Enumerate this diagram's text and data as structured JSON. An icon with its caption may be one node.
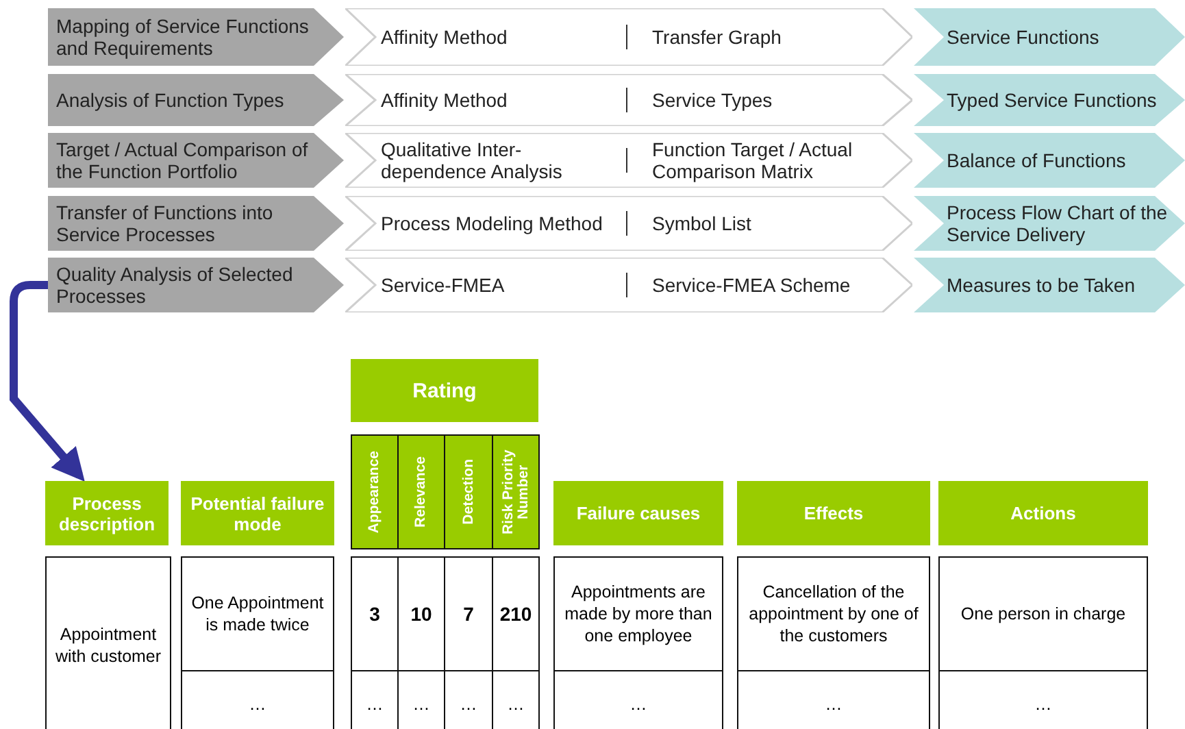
{
  "diagram": {
    "nodes": [
      {
        "text": [
          "Mapping of Service Functions and Requirements"
        ]
      },
      {
        "text": [
          "Affinity Method",
          "Transfer Graph"
        ]
      },
      {
        "text": [
          "Service Functions"
        ]
      },
      {
        "text": [
          "Analysis of Function Types"
        ]
      },
      {
        "text": [
          "Affinity Method",
          "Service Types"
        ]
      },
      {
        "text": [
          "Typed Service Functions"
        ]
      },
      {
        "text": [
          "Target / Actual Comparison of the Function Portfolio"
        ]
      },
      {
        "text": [
          "Qualitative Inter-dependence Analysis",
          "Function Target / Actual Comparison Matrix"
        ]
      },
      {
        "text": [
          "Balance of Functions"
        ]
      },
      {
        "text": [
          "Transfer of Functions into Service Processes"
        ]
      },
      {
        "text": [
          "Process Modeling Method",
          "Symbol List"
        ]
      },
      {
        "text": [
          "Process Flow Chart of the Service Delivery"
        ]
      },
      {
        "text": [
          "Quality Analysis of Selected Processes"
        ]
      },
      {
        "text": [
          "Service-FMEA",
          "Service-FMEA Scheme"
        ]
      },
      {
        "text": [
          "Measures to be Taken"
        ]
      },
      {
        "text": [
          "Rating"
        ]
      },
      {
        "text": [
          "Process description"
        ]
      },
      {
        "text": [
          "Potential failure mode"
        ]
      },
      {
        "text": [
          "Appearance"
        ]
      },
      {
        "text": [
          "Relevance"
        ]
      },
      {
        "text": [
          "Detection"
        ]
      },
      {
        "text": [
          "Risk Priority Number"
        ]
      },
      {
        "text": [
          "Failure causes"
        ]
      },
      {
        "text": [
          "Effects"
        ]
      },
      {
        "text": [
          "Actions"
        ]
      },
      {
        "text": [
          "Appointment with customer"
        ]
      },
      {
        "text": [
          "One Appointment is made twice"
        ]
      },
      {
        "text": [
          "3"
        ]
      },
      {
        "text": [
          "10"
        ]
      },
      {
        "text": [
          "7"
        ]
      },
      {
        "text": [
          "210"
        ]
      },
      {
        "text": [
          "Appointments are made by more than one employee"
        ]
      },
      {
        "text": [
          "Cancellation of the appointment by one of the customers"
        ]
      },
      {
        "text": [
          "One person in charge"
        ]
      },
      {
        "text": [
          "…"
        ]
      },
      {
        "text": [
          "…"
        ]
      },
      {
        "text": [
          "…"
        ]
      },
      {
        "text": [
          "…"
        ]
      },
      {
        "text": [
          "…"
        ]
      },
      {
        "text": [
          "…"
        ]
      },
      {
        "text": [
          "…"
        ]
      },
      {
        "text": [
          "…"
        ]
      }
    ],
    "edges": [
      {
        "from": 12,
        "to": 16,
        "arrow": "to"
      }
    ]
  }
}
